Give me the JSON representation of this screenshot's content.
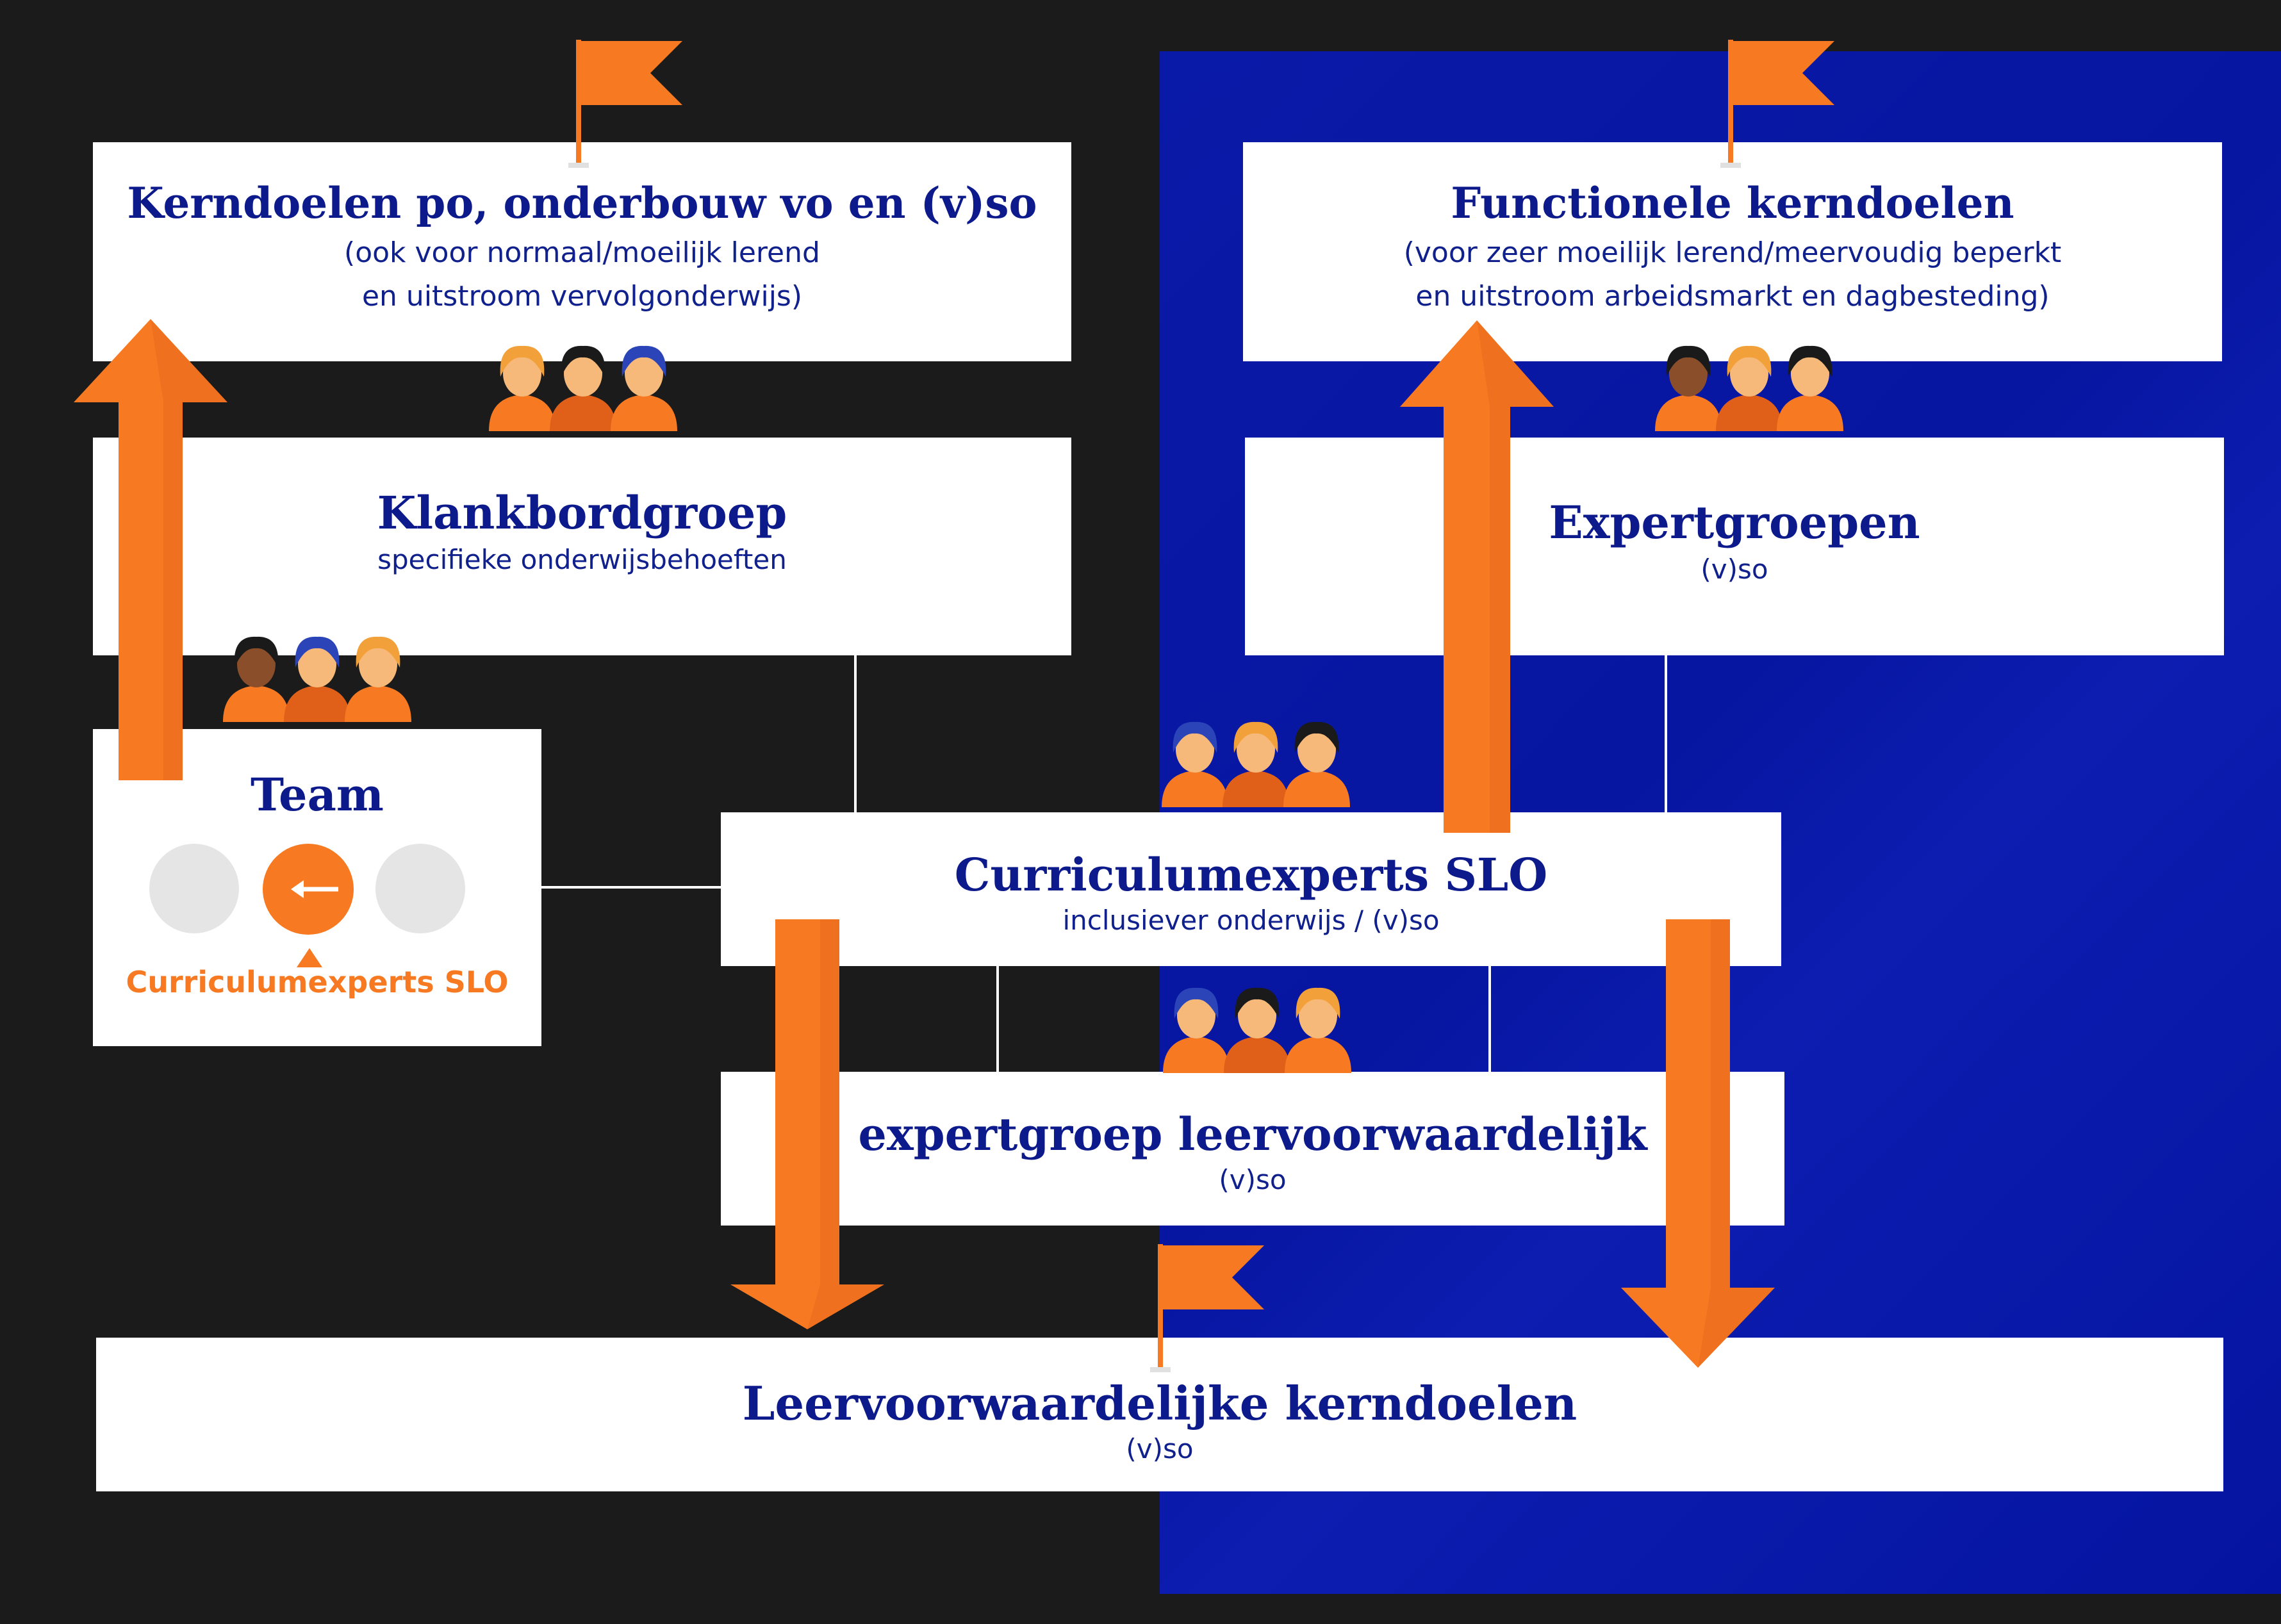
{
  "colors": {
    "background": "#1b1b1b",
    "panel_blue": "#0a1aa8",
    "orange": "#f77a22",
    "orange_dark": "#e0601a",
    "navy_text": "#0c1a8c",
    "circle_grey": "#e5e5e5"
  },
  "boxes": {
    "kerndoelen": {
      "title": "Kerndoelen po, onderbouw vo en (v)so",
      "sub1": "(ook voor normaal/moeilijk lerend",
      "sub2": "en uitstroom vervolgonderwijs)"
    },
    "functionele": {
      "title": "Functionele kerndoelen",
      "sub1": "(voor zeer moeilijk lerend/meervoudig beperkt",
      "sub2": "en uitstroom arbeidsmarkt en dagbesteding)"
    },
    "klankbordgroep": {
      "title": "Klankbordgroep",
      "sub": "specifieke onderwijsbehoeften"
    },
    "expertgroepen": {
      "title": "Expertgroepen",
      "sub": "(v)so"
    },
    "team": {
      "title": "Team",
      "caption": "Curriculumexperts SLO"
    },
    "curriculumexperts": {
      "title": "Curriculumexperts SLO",
      "sub": "inclusiever onderwijs / (v)so"
    },
    "expertgroep_leer": {
      "title": "expertgroep leervoorwaardelijk",
      "sub": "(v)so"
    },
    "leervoorwaardelijke": {
      "title": "Leervoorwaardelijke kerndoelen",
      "sub": "(v)so"
    }
  },
  "icons": [
    "flag-icon",
    "people-group-icon",
    "arrow-up-icon",
    "arrow-down-icon",
    "arrow-left-icon"
  ]
}
